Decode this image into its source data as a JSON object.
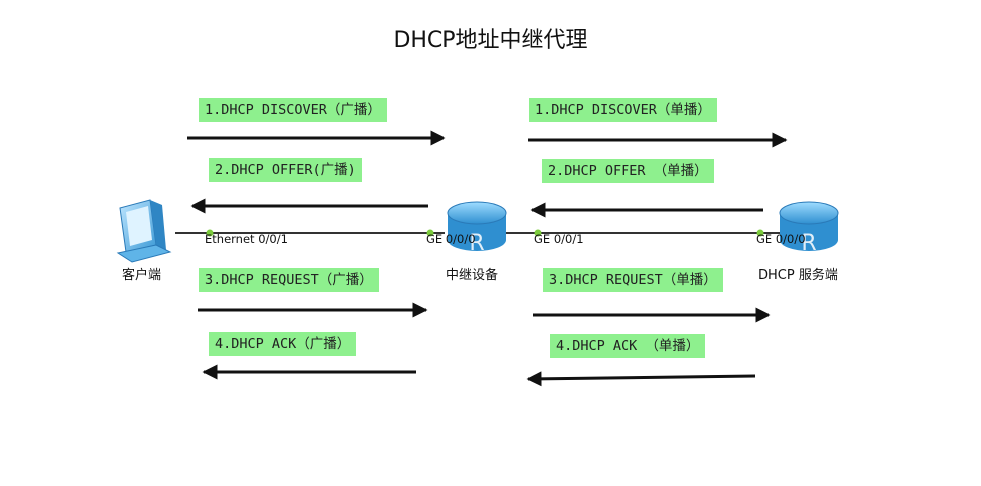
{
  "title": "DHCP地址中继代理",
  "devices": {
    "client": {
      "label": "客户端",
      "icon": "pc-icon"
    },
    "relay": {
      "label": "中继设备",
      "icon": "router-icon"
    },
    "server": {
      "label": "DHCP 服务端",
      "icon": "router-icon"
    }
  },
  "ports": {
    "client_port": "Ethernet 0/0/1",
    "relay_left": "GE 0/0/0",
    "relay_right": "GE 0/0/1",
    "server_port": "GE 0/0/0"
  },
  "messages": {
    "left": [
      {
        "text": "1.DHCP DISCOVER（广播）",
        "direction": "right"
      },
      {
        "text": "2.DHCP OFFER(广播)",
        "direction": "left"
      },
      {
        "text": "3.DHCP REQUEST（广播）",
        "direction": "right"
      },
      {
        "text": "4.DHCP ACK（广播）",
        "direction": "left"
      }
    ],
    "right": [
      {
        "text": "1.DHCP DISCOVER（单播）",
        "direction": "right"
      },
      {
        "text": "2.DHCP OFFER （单播）",
        "direction": "left"
      },
      {
        "text": "3.DHCP REQUEST（单播）",
        "direction": "right"
      },
      {
        "text": "4.DHCP ACK （单播）",
        "direction": "left"
      }
    ]
  },
  "colors": {
    "message_bg": "#8ef08e",
    "link": "#333333",
    "port_dot": "#7ccc3c",
    "router": "#4aa8e0"
  }
}
